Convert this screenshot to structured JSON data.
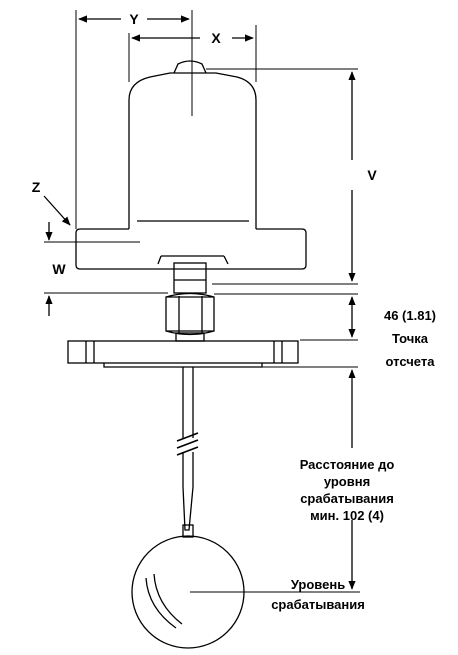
{
  "labels": {
    "y": "Y",
    "x": "X",
    "v": "V",
    "z": "Z",
    "w": "W",
    "offset_dim": "46 (1.81)",
    "reference_line1": "Точка",
    "reference_line2": "отсчета",
    "distance_line1": "Расстояние до",
    "distance_line2": "уровня",
    "distance_line3": "срабатывания",
    "distance_line4": "мин. 102 (4)",
    "trip_line1": "Уровень",
    "trip_line2": "срабатывания"
  },
  "colors": {
    "ink": "#000000",
    "paper": "#ffffff"
  }
}
